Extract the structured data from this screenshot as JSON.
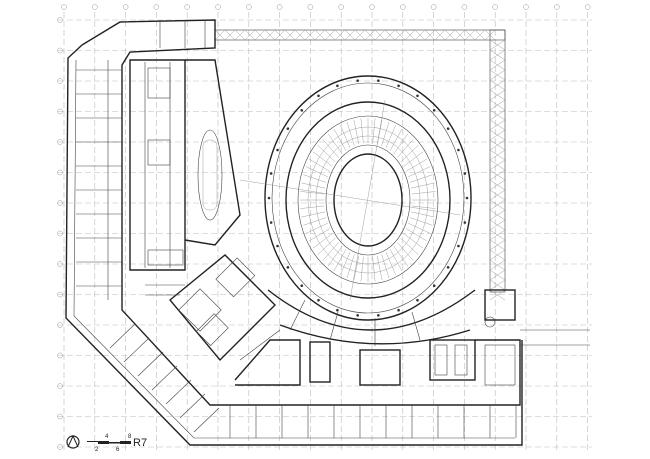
{
  "drawing": {
    "type": "architectural floor plan",
    "scale_bar": {
      "ticks": [
        "2",
        "4",
        "6",
        "8"
      ],
      "label": "R7"
    },
    "north_arrow_icon": "north-arrow-icon",
    "colors": {
      "lines": "#222222",
      "grid": "#bbbbbb",
      "background": "#ffffff"
    }
  }
}
